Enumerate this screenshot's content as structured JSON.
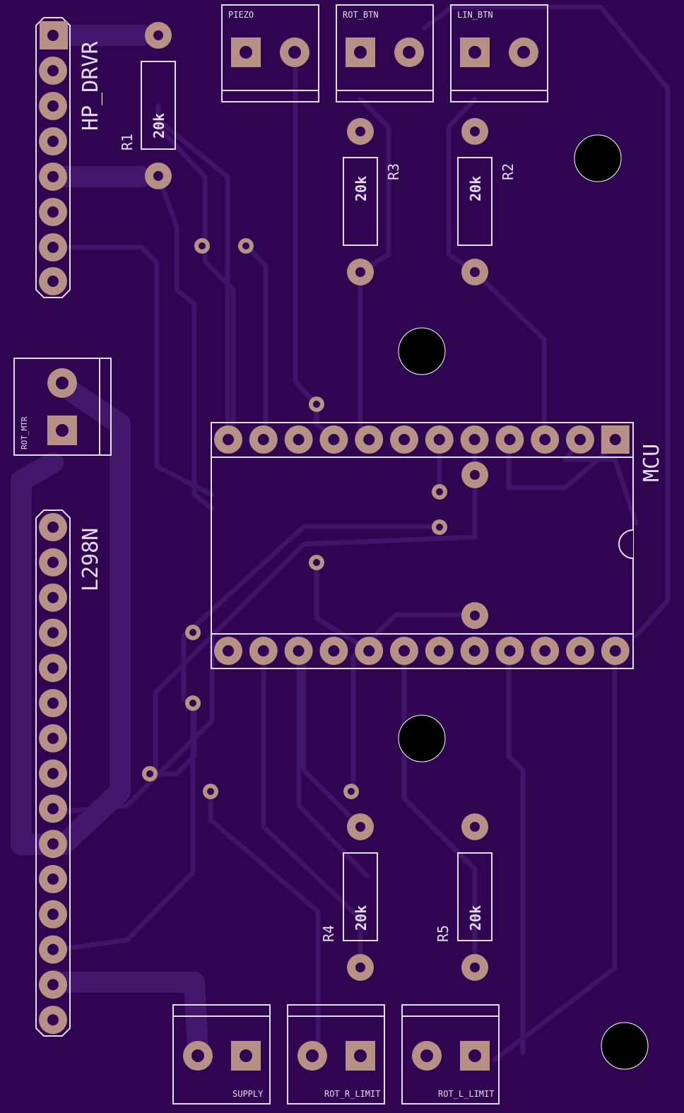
{
  "colors": {
    "board": "#2f0450",
    "trace": "#3e1368",
    "trace_edge": "#4b2178",
    "pad": "#b89186",
    "silk": "#e6dcef",
    "hole": "#000000"
  },
  "labels": {
    "hp_drvr": "HP_DRVR",
    "l298n": "L298N",
    "mcu": "MCU",
    "rot_mtr": "ROT_MTR",
    "piezo": "PIEZO",
    "rot_btn": "ROT_BTN",
    "lin_btn": "LIN_BTN",
    "supply": "SUPPLY",
    "rot_r_limit": "ROT_R_LIMIT",
    "rot_l_limit": "ROT_L_LIMIT"
  },
  "resistors": {
    "r1": {
      "ref": "R1",
      "value": "20k"
    },
    "r2": {
      "ref": "R2",
      "value": "20k"
    },
    "r3": {
      "ref": "R3",
      "value": "20k"
    },
    "r4": {
      "ref": "R4",
      "value": "20k"
    },
    "r5": {
      "ref": "R5",
      "value": "20k"
    }
  }
}
